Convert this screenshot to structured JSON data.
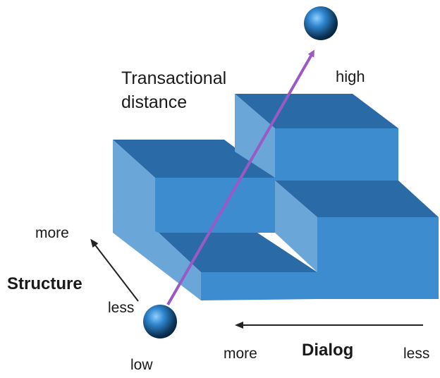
{
  "labels": {
    "transactional_distance": "Transactional\ndistance",
    "high": "high",
    "structure": "Structure",
    "structure_more": "more",
    "structure_less": "less",
    "low": "low",
    "dialog": "Dialog",
    "dialog_more": "more",
    "dialog_less": "less"
  },
  "colors": {
    "block_top": "#2a6aa6",
    "block_front": "#3d8ccf",
    "block_side": "#6aa6d8",
    "arrow_diagonal": "#9b59c6",
    "axis_arrow": "#222222",
    "sphere": "#2f7fc4"
  }
}
